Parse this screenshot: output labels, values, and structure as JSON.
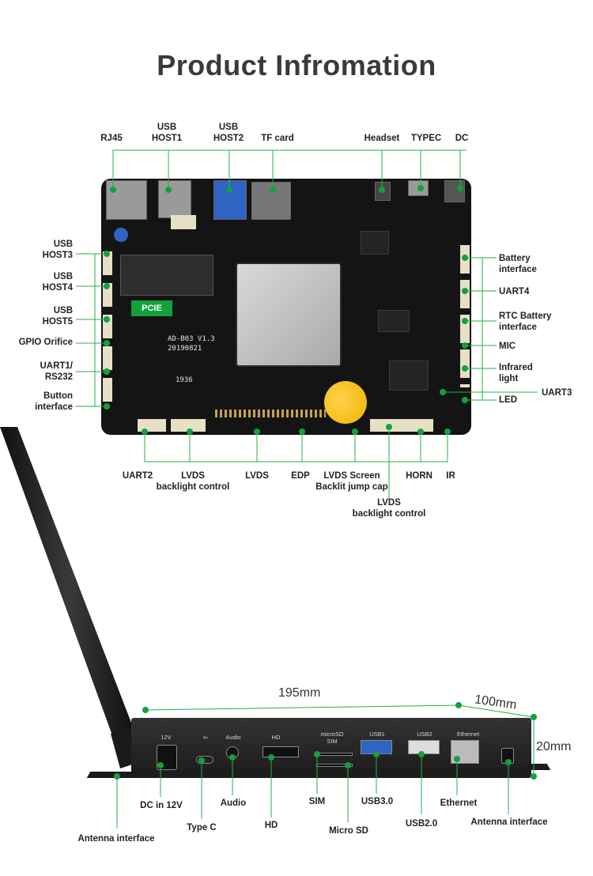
{
  "title": "Product Infromation",
  "board": {
    "silk_model": "AD-B03 V1.3",
    "silk_date": "20190821",
    "silk_code": "1936",
    "pcie": "PCIE"
  },
  "top_labels": {
    "rj45": "RJ45",
    "usb_host1": "USB\nHOST1",
    "usb_host2": "USB\nHOST2",
    "tf_card": "TF card",
    "headset": "Headset",
    "typec": "TYPEC",
    "dc": "DC"
  },
  "left_labels": {
    "usb_host3": "USB\nHOST3",
    "usb_host4": "USB\nHOST4",
    "usb_host5": "USB\nHOST5",
    "gpio": "GPIO Orifice",
    "uart1": "UART1/\nRS232",
    "button": "Button\ninterface"
  },
  "right_labels": {
    "battery": "Battery\ninterface",
    "uart4": "UART4",
    "rtc": "RTC Battery\ninterface",
    "mic": "MIC",
    "infrared": "Infrared\nlight",
    "uart3": "UART3",
    "led": "LED"
  },
  "bottom_labels": {
    "uart2": "UART2",
    "lvds_backlight1": "LVDS\nbacklight control",
    "lvds": "LVDS",
    "edp": "EDP",
    "lvds_screen": "LVDS Screen\nBacklit jump cap",
    "lvds_backlight2": "LVDS\nbacklight control",
    "horn": "HORN",
    "ir": "IR"
  },
  "dimensions": {
    "length": "195mm",
    "width": "100mm",
    "height": "20mm"
  },
  "device_silk": {
    "v12": "12V",
    "usb_sym": "⇐",
    "audio": "Audio",
    "hd": "HD",
    "microsd_sim": "microSD\nSIM",
    "usb1": "USB1",
    "usb2": "USB2",
    "ethernet": "Ethernet"
  },
  "device_labels": {
    "dc12": "DC in 12V",
    "typec": "Type C",
    "audio": "Audio",
    "hd": "HD",
    "sim": "SIM",
    "microsd": "Micro SD",
    "usb30": "USB3.0",
    "usb20": "USB2.0",
    "ethernet": "Ethernet",
    "antenna_left": "Antenna interface",
    "antenna_right": "Antenna interface"
  },
  "colors": {
    "line": "#23b14d",
    "dot": "#12a23a",
    "pcb": "#141414",
    "cell": "#f0b400"
  }
}
